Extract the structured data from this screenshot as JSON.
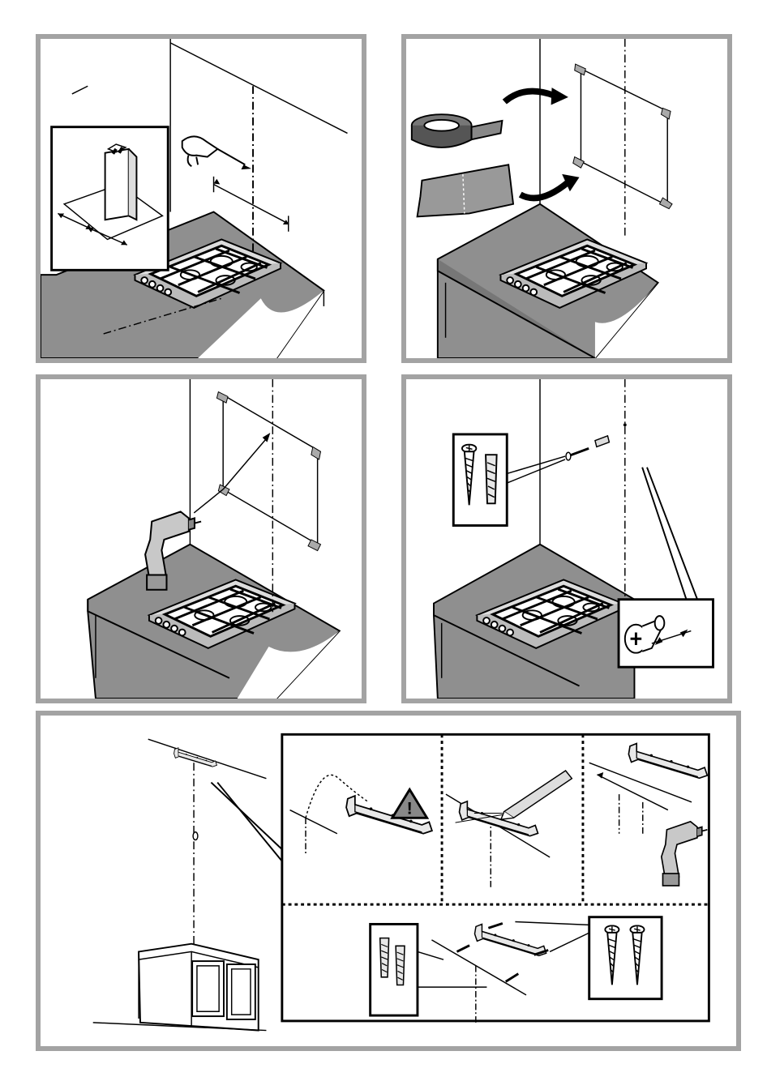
{
  "document": {
    "type": "installation-instructions",
    "panels": [
      {
        "id": "p1",
        "step": "measure-and-mark"
      },
      {
        "id": "p2",
        "step": "tape-template"
      },
      {
        "id": "p3",
        "step": "drill-holes"
      },
      {
        "id": "p4",
        "step": "insert-plugs-and-screws"
      },
      {
        "id": "p5",
        "step": "mount-bracket"
      }
    ],
    "icons": {
      "recirculation": "recirculation-mode-icon",
      "extraction": "extraction-mode-icon"
    },
    "warning_symbol": "!",
    "colors": {
      "panel_border": "#a3a3a3",
      "worktop": "#8f8f8f",
      "line": "#000000"
    }
  }
}
